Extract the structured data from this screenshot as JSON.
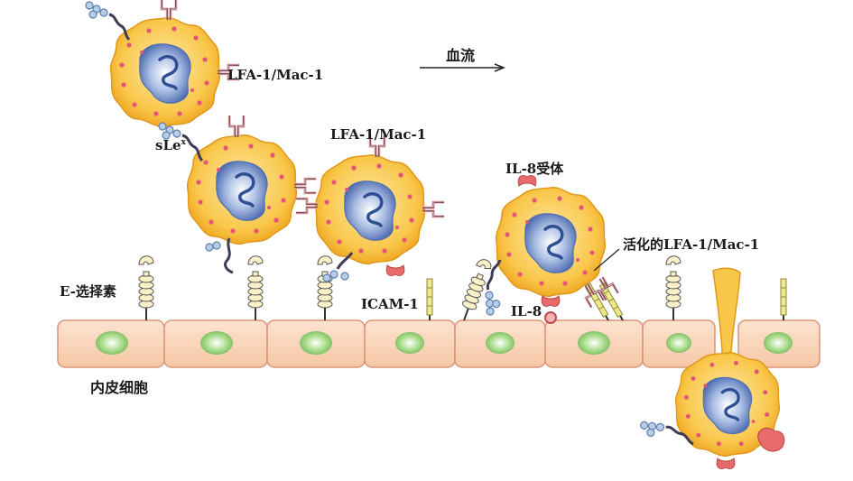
{
  "labels": {
    "lfa_top": "LFA-1/Mac-1",
    "flow": "血流",
    "slex_base": "sLe",
    "slex_sup": "x",
    "lfa_mid": "LFA-1/Mac-1",
    "il8_receptor": "IL-8受体",
    "activated_lfa": "活化的LFA-1/Mac-1",
    "e_selectin": "E-选择素",
    "icam": "ICAM-1",
    "il8": "IL-8",
    "endothelium": "内皮细胞"
  },
  "colors": {
    "cell_fill": "#f9c74a",
    "cell_edge": "#e6a21a",
    "cell_halo": "#fde9a8",
    "nucleus": "#8fa8d8",
    "nucleus_dark": "#4f6db0",
    "granule": "#e5557a",
    "endothelium_fill": "#fbd7bf",
    "endothelium_edge": "#d89577",
    "endo_nucleus": "#a9dc8a",
    "receptor": "#b87d86",
    "il8": "#e86b6b",
    "icam": "#efe88a",
    "chain_bead": "#5c7fb0",
    "chain_bead_light": "#b8cde5"
  }
}
